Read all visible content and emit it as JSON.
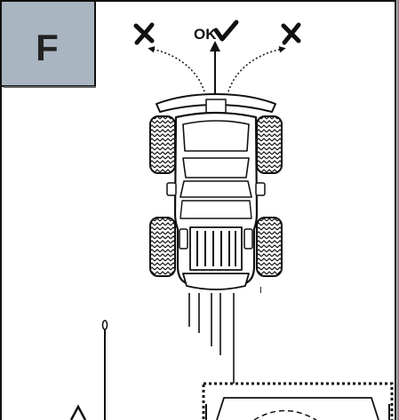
{
  "panel": {
    "letter": "F",
    "badge_color": "#a9b5c0"
  },
  "callouts": {
    "center_label": "OK",
    "center_mark": "check-mark",
    "left_mark": "x-mark",
    "right_mark": "x-mark"
  },
  "figure_text": {
    "small_mark": "I"
  }
}
